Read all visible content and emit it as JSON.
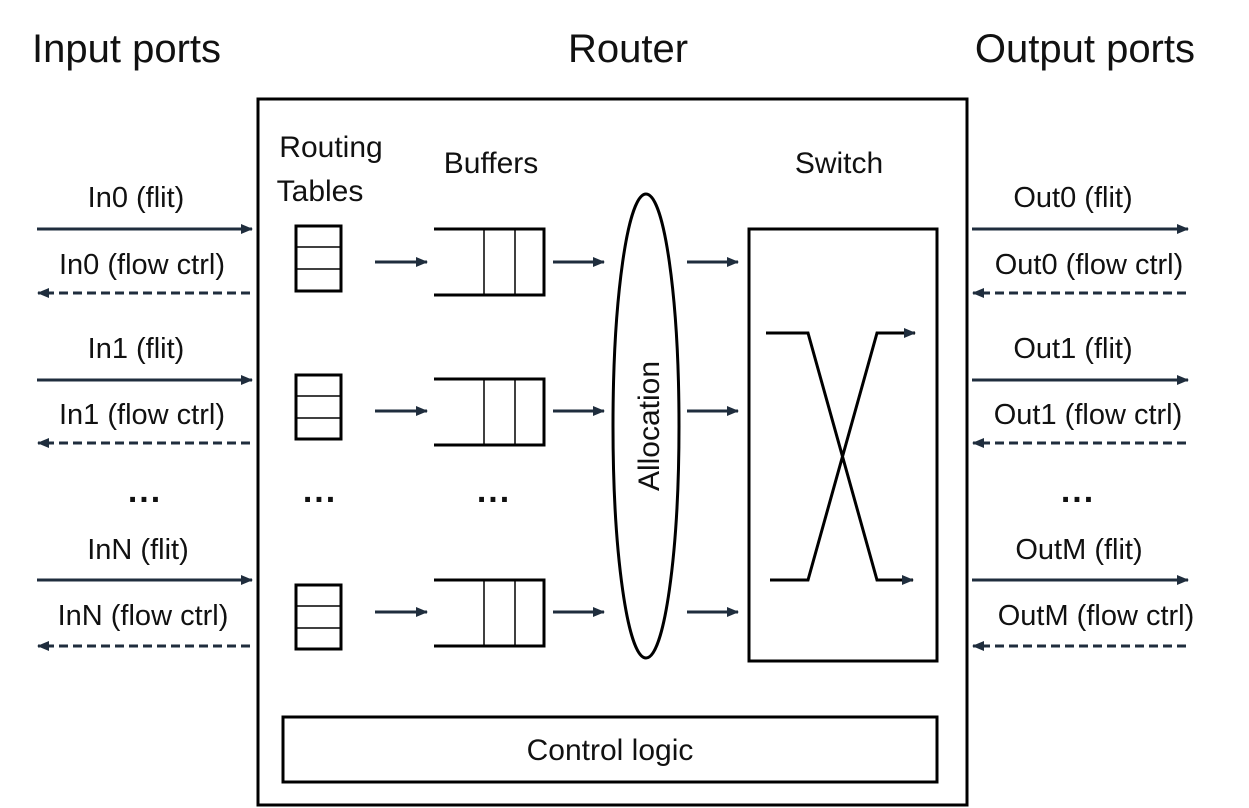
{
  "headers": {
    "input_ports": "Input ports",
    "router": "Router",
    "output_ports": "Output ports"
  },
  "router": {
    "routing_tables_line1": "Routing",
    "routing_tables_line2": "Tables",
    "buffers": "Buffers",
    "switch": "Switch",
    "allocation": "Allocation",
    "control_logic": "Control logic",
    "ellipsis": "..."
  },
  "inputs": [
    {
      "flit": "In0 (flit)",
      "flow_ctrl": "In0 (flow ctrl)"
    },
    {
      "flit": "In1 (flit)",
      "flow_ctrl": "In1 (flow ctrl)"
    },
    {
      "flit": "InN (flit)",
      "flow_ctrl": "InN (flow ctrl)"
    }
  ],
  "outputs": [
    {
      "flit": "Out0 (flit)",
      "flow_ctrl": "Out0 (flow ctrl)"
    },
    {
      "flit": "Out1 (flit)",
      "flow_ctrl": "Out1 (flow ctrl)"
    },
    {
      "flit": "OutM (flit)",
      "flow_ctrl": "OutM (flow ctrl)"
    }
  ],
  "colors": {
    "arrow": "#1f2d3d",
    "stroke": "#000000"
  }
}
